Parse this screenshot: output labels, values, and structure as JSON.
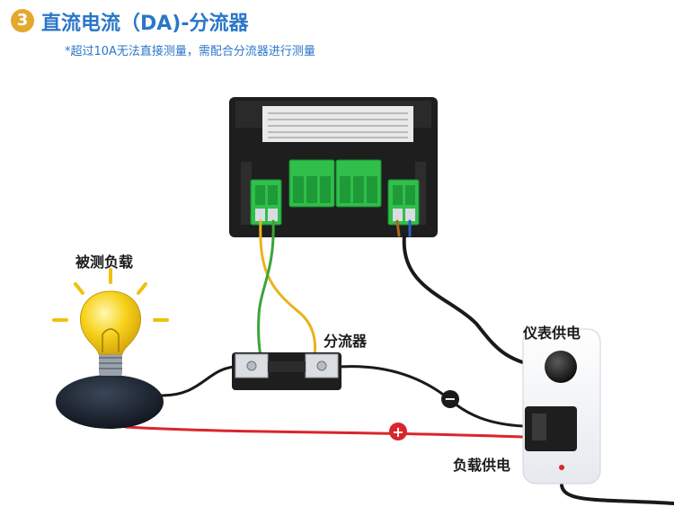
{
  "header": {
    "step_number": "3",
    "title": "直流电流（DA)-分流器",
    "subtitle": "*超过10A无法直接测量，需配合分流器进行测量"
  },
  "labels": {
    "load": "被测负载",
    "shunt": "分流器",
    "meter_power": "仪表供电",
    "load_power": "负载供电"
  },
  "polarity": {
    "negative": "−",
    "positive": "+"
  },
  "colors": {
    "title_blue": "#2a76c9",
    "badge_gold": "#e3a82d",
    "terminal_green": "#2fbf4a",
    "wire_yellow": "#e9b31c",
    "wire_green": "#3aa53a",
    "wire_red": "#d9262c",
    "wire_black": "#1a1a1a",
    "bulb_yellow": "#f6d21a"
  }
}
